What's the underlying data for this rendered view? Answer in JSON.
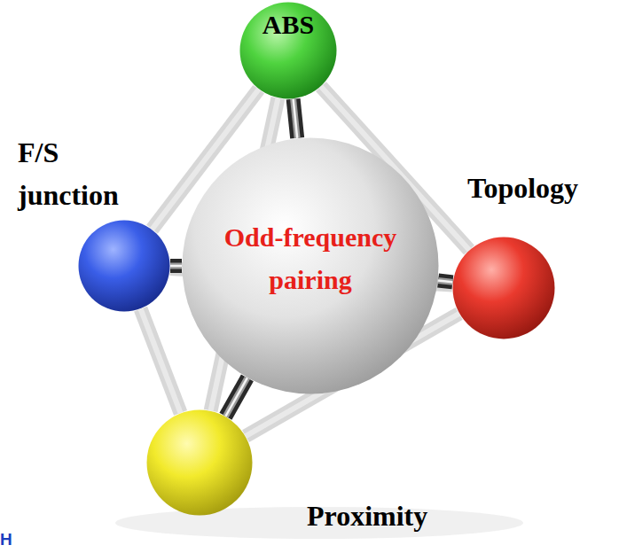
{
  "diagram": {
    "nodes": [
      {
        "text": [
          "ABS"
        ]
      },
      {
        "text": [
          "F/S junction"
        ]
      },
      {
        "text": [
          "Topology"
        ]
      },
      {
        "text": [
          "Odd-frequency pairing"
        ]
      },
      {
        "text": [
          "Proximity"
        ]
      }
    ],
    "edges": [
      {
        "from": 0,
        "to": 1,
        "arrow": "none"
      },
      {
        "from": 0,
        "to": 2,
        "arrow": "none"
      },
      {
        "from": 0,
        "to": 4,
        "arrow": "none"
      },
      {
        "from": 1,
        "to": 4,
        "arrow": "none"
      },
      {
        "from": 4,
        "to": 2,
        "arrow": "none"
      },
      {
        "from": 1,
        "to": 2,
        "arrow": "none"
      },
      {
        "from": 3,
        "to": 0,
        "arrow": "none"
      },
      {
        "from": 3,
        "to": 1,
        "arrow": "none"
      },
      {
        "from": 3,
        "to": 2,
        "arrow": "none"
      },
      {
        "from": 3,
        "to": 4,
        "arrow": "none"
      }
    ],
    "labels": [
      "H"
    ]
  }
}
